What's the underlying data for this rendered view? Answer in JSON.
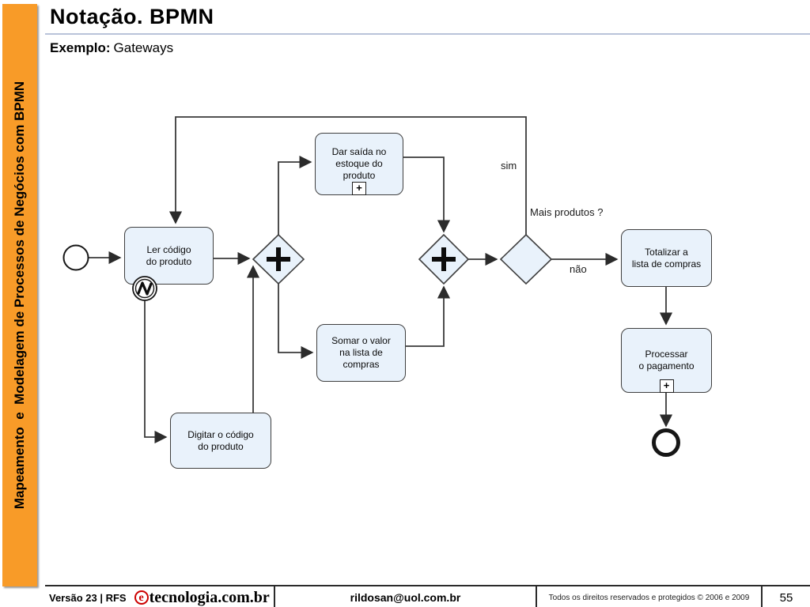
{
  "sidebar": {
    "title": "Mapeamento  e  Modelagem de Processos de Negócios com BPMN"
  },
  "header": {
    "title": "Notação. BPMN",
    "subtitle_label": "Exemplo:",
    "subtitle_value": "Gateways"
  },
  "diagram": {
    "tasks": {
      "ler": "Ler código\ndo produto",
      "dar_saida": "Dar saída no\nestoque do\nproduto",
      "somar": "Somar o valor\nna lista de\ncompras",
      "digitar": "Digitar o código\ndo produto",
      "totalizar": "Totalizar a\nlista de compras",
      "processar": "Processar\no pagamento"
    },
    "labels": {
      "question": "Mais produtos ?",
      "yes": "sim",
      "no": "não"
    }
  },
  "icons": {
    "subprocess_plus": "+",
    "logo_e": "e"
  },
  "footer": {
    "version": "Versão 23 | RFS",
    "logo_text": "tecnologia.com.br",
    "email": "rildosan@uol.com.br",
    "copyright": "Todos os direitos reservados e protegidos © 2006 e 2009",
    "page": "55"
  },
  "colors": {
    "accent_orange": "#F89B28",
    "node_fill": "#E9F2FB",
    "node_border": "#3F3F3F",
    "line_color": "#3A3A3A",
    "rule_color": "#B9C3DA",
    "logo_red": "#CC0000"
  }
}
